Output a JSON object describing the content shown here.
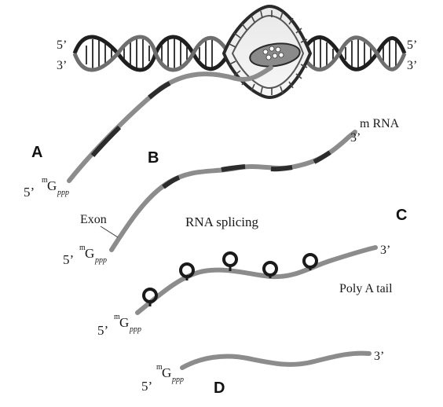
{
  "dna": {
    "left_top": "5’",
    "left_bottom": "3’",
    "right_top": "5’",
    "right_bottom": "3’"
  },
  "labels": {
    "A": "A",
    "B": "B",
    "C": "C",
    "D": "D",
    "mrna": "m RNA",
    "exon": "Exon",
    "splicing": "RNA splicing",
    "polyA": "Poly A tail"
  },
  "cap": {
    "five_prime": "5’",
    "three_prime": "3’",
    "m": "m",
    "G": "G",
    "ppp": "ppp"
  }
}
